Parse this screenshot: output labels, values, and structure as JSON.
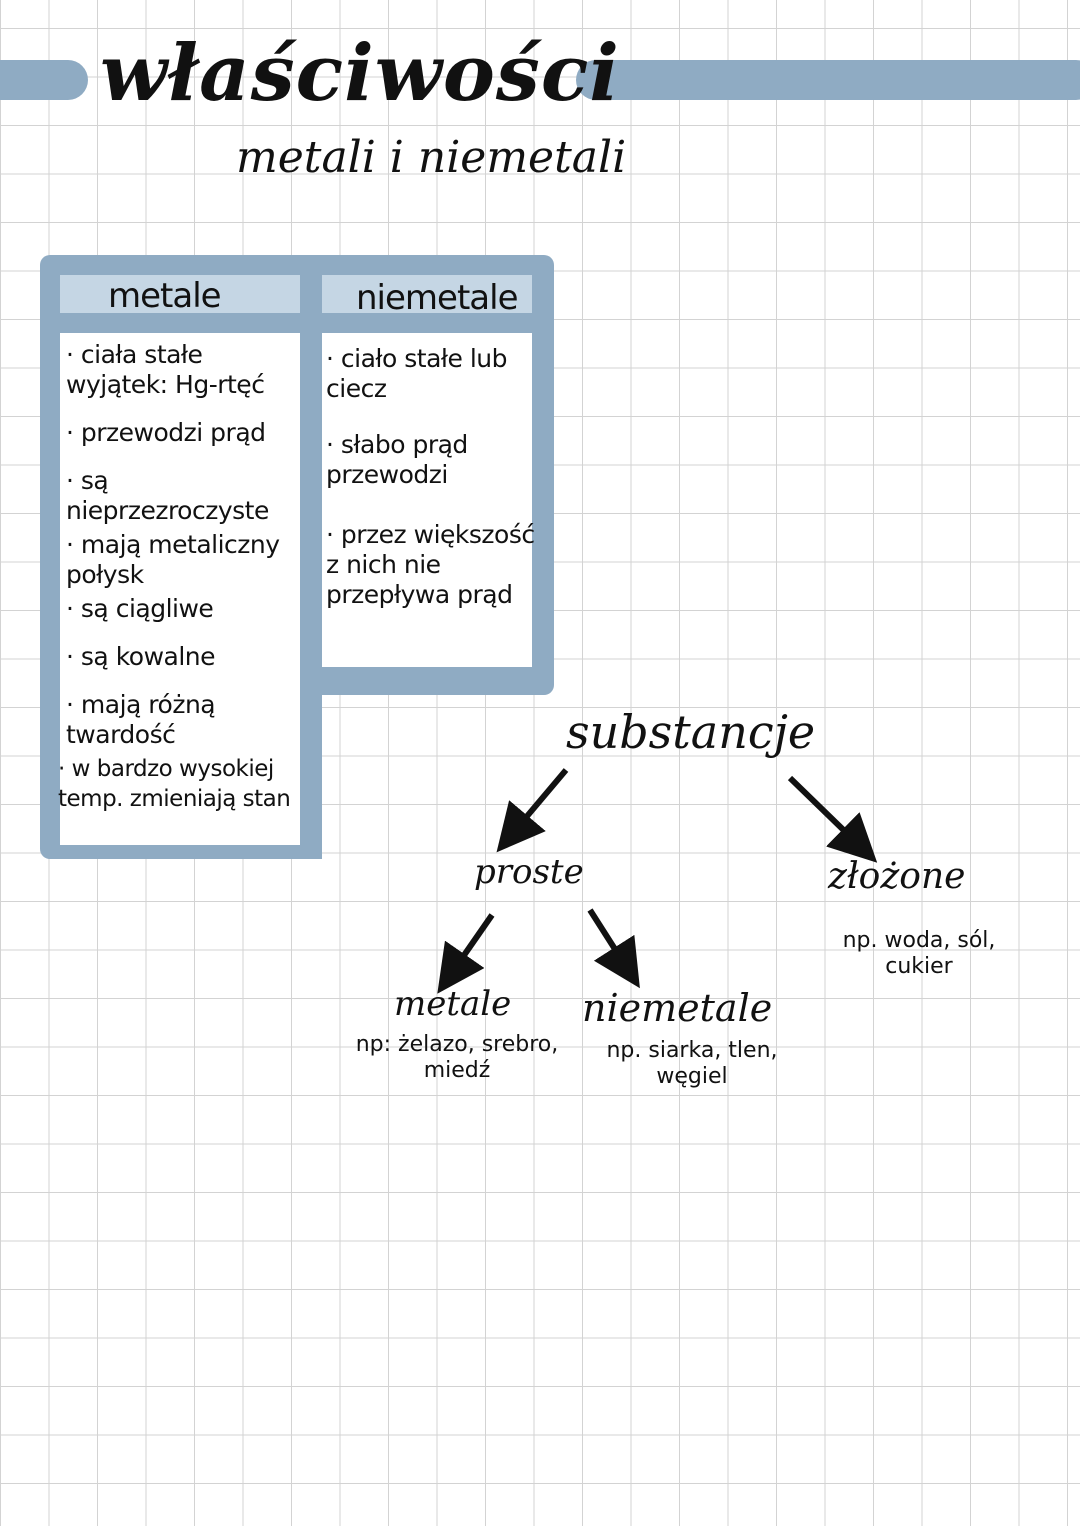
{
  "title": "właściwości",
  "subtitle": "metali i niemetali",
  "table": {
    "metals": {
      "header": "metale",
      "items": [
        "ciała stałe\nwyjątek: Hg-rtęć",
        "przewodzi prąd",
        "są nieprzezroczyste",
        "mają metaliczny\npołysk",
        "są ciągliwe",
        "są kowalne",
        "mają różną\ntwardość",
        "w bardzo wysokiej\ntemp. zmieniają stan"
      ]
    },
    "nonmetals": {
      "header": "niemetale",
      "items": [
        "ciało stałe lub\nciecz",
        "słabo prąd\nprzewodzi",
        "przez większość\nz nich nie\nprzepływa prąd"
      ]
    }
  },
  "diagram": {
    "root": "substancje",
    "simple": "proste",
    "compound": "złożone",
    "compound_examples": "np. woda, sól,\ncukier",
    "metals": "metale",
    "metals_examples": "np: żelazo, srebro,\nmiedź",
    "nonmetals": "niemetale",
    "nonmetals_examples": "np. siarka, tlen,\nwęgiel"
  },
  "colors": {
    "accent": "#8fabc3",
    "header_fill": "#c5d6e4",
    "ink": "#111111"
  }
}
